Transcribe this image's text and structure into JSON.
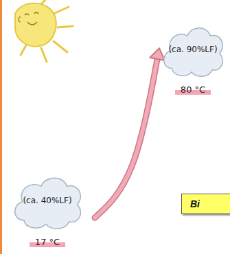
{
  "diagram": {
    "nodes": [
      {
        "text": [
          "(ca. 90%LF)",
          "80 °C"
        ]
      },
      {
        "text": [
          "(ca. 40%LF)",
          "17 °C"
        ]
      },
      {
        "text": [
          "Bi"
        ]
      }
    ],
    "edges": [
      {
        "from": 1,
        "to": 0,
        "arrow": "to"
      }
    ]
  }
}
